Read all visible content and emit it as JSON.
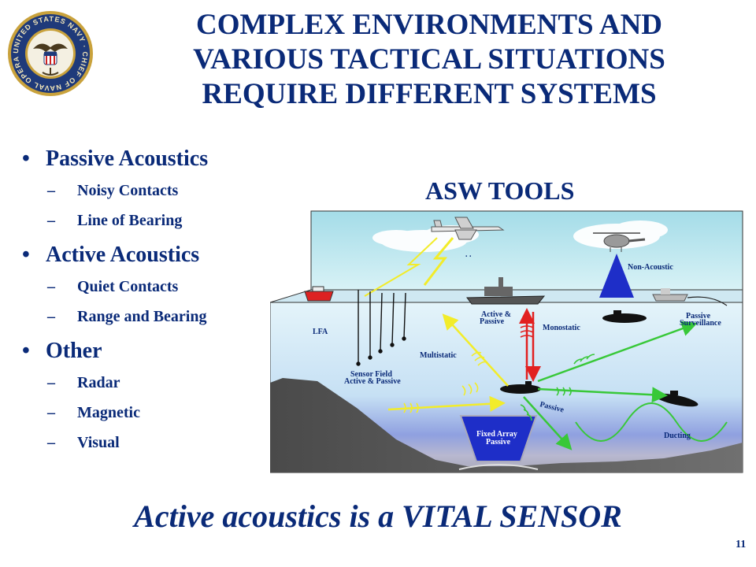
{
  "title": {
    "lines": [
      "COMPLEX ENVIRONMENTS AND",
      "VARIOUS TACTICAL SITUATIONS",
      "REQUIRE DIFFERENT SYSTEMS"
    ]
  },
  "seal": {
    "text": "UNITED STATES NAVY · CHIEF OF NAVAL OPERATIONS",
    "colors": {
      "ring": "#1f3a7a",
      "gold": "#c9a23c"
    }
  },
  "bullets": [
    {
      "label": "Passive Acoustics",
      "subitems": [
        "Noisy Contacts",
        "Line of Bearing"
      ]
    },
    {
      "label": "Active Acoustics",
      "subitems": [
        "Quiet Contacts",
        "Range and Bearing"
      ]
    },
    {
      "label": "Other",
      "subitems": [
        "Radar",
        "Magnetic",
        "Visual"
      ]
    }
  ],
  "diagram": {
    "title": "ASW TOOLS",
    "labels": {
      "non_acoustic": "Non-Acoustic",
      "active_passive_1": "Active &",
      "active_passive_2": "Passive",
      "monostatic": "Monostatic",
      "passive_surv_1": "Passive",
      "passive_surv_2": "Surveillance",
      "lfa": "LFA",
      "multistatic": "Multistatic",
      "sensor_field_1": "Sensor Field",
      "sensor_field_2": "Active & Passive",
      "passive": "Passive",
      "fixed_array_1": "Fixed Array",
      "fixed_array_2": "Passive",
      "ducting": "Ducting"
    },
    "colors": {
      "sky": "#b8e4ec",
      "water_top": "#d4ecf6",
      "water_mid": "#8fa0e0",
      "seabed": "#5a5a5a",
      "green": "#38c838",
      "yellow": "#f2ec2a",
      "red": "#e22020",
      "blue": "#1e2ec8"
    }
  },
  "tagline": "Active acoustics is a VITAL SENSOR",
  "page_number": "11"
}
